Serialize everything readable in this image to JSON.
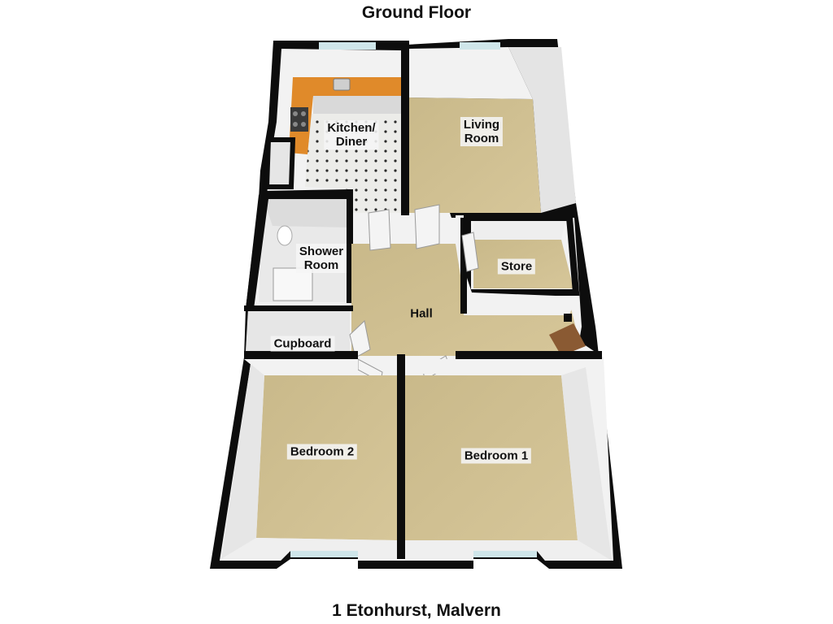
{
  "header": {
    "title": "Ground Floor"
  },
  "footer": {
    "address": "1 Etonhurst, Malvern"
  },
  "rooms": {
    "kitchen": {
      "line1": "Kitchen/",
      "line2": "Diner"
    },
    "living": {
      "line1": "Living",
      "line2": "Room"
    },
    "shower": {
      "line1": "Shower",
      "line2": "Room"
    },
    "store": {
      "label": "Store"
    },
    "hall": {
      "label": "Hall"
    },
    "cupboard": {
      "label": "Cupboard"
    },
    "bedroom2": {
      "label": "Bedroom 2"
    },
    "bedroom1": {
      "label": "Bedroom 1"
    }
  },
  "colors": {
    "wall": "#0d0d0d",
    "wall_inner": "#f2f2f2",
    "carpet": "#cdbd8e",
    "kitchen_floor": "#e9e9e6",
    "worktop": "#e08a2a",
    "window_glass": "#cfe6ea",
    "door": "#f4f4f4",
    "front_door": "#8a5a33"
  }
}
